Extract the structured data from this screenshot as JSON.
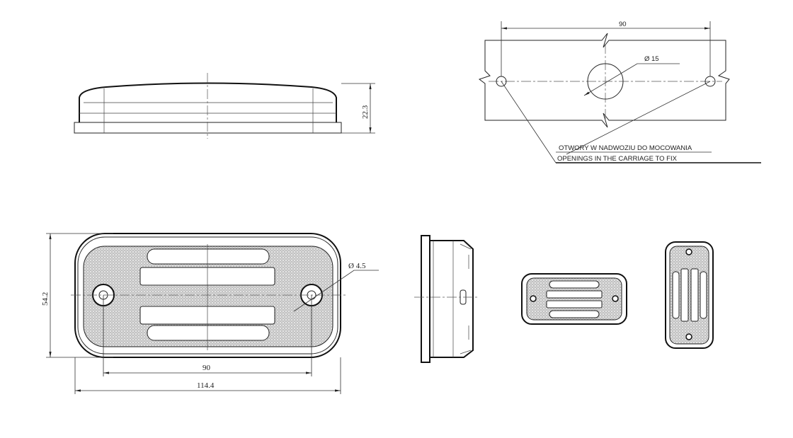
{
  "side_view": {
    "height_dim": "22.3"
  },
  "mounting_holes_view": {
    "spacing_dim": "90",
    "center_hole_dim": "Ø 15",
    "note_pl": "OTWORY W NADWOZIU DO MOCOWANIA",
    "note_en": "OPENINGS IN THE CARRIAGE TO FIX"
  },
  "front_view": {
    "height_dim": "54.2",
    "hole_dim": "Ø 4.5",
    "hole_spacing_dim": "90",
    "width_dim": "114.4"
  },
  "colors": {
    "line": "#222222",
    "background": "#ffffff"
  }
}
